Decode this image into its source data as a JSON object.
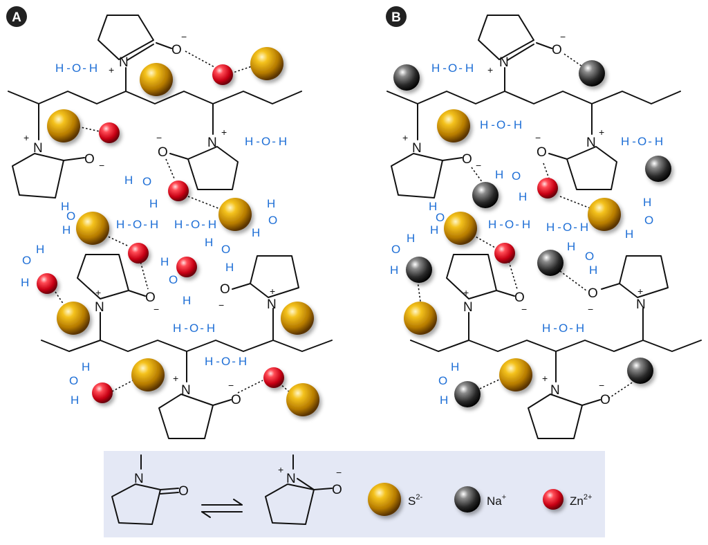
{
  "panels": [
    {
      "label": "A"
    },
    {
      "label": "B"
    }
  ],
  "atoms": {
    "nitrogen": "N",
    "oxygen": "O"
  },
  "charges": {
    "plus": "+",
    "minus": "−"
  },
  "water": {
    "h": "H",
    "o": "O"
  },
  "legend": {
    "arrow_symbol": "equilibrium",
    "items": [
      {
        "symbol": "S",
        "charge": "2-",
        "color": "#d49b00"
      },
      {
        "symbol": "Na",
        "charge": "+",
        "color": "#333333"
      },
      {
        "symbol": "Zn",
        "charge": "2+",
        "color": "#e0102a"
      }
    ]
  },
  "colors": {
    "sulfide": "#d49b00",
    "sodium": "#2b2b2b",
    "zinc": "#e01b2f",
    "water": "#1f6fd6",
    "legend_bg": "#e4e8f5"
  }
}
